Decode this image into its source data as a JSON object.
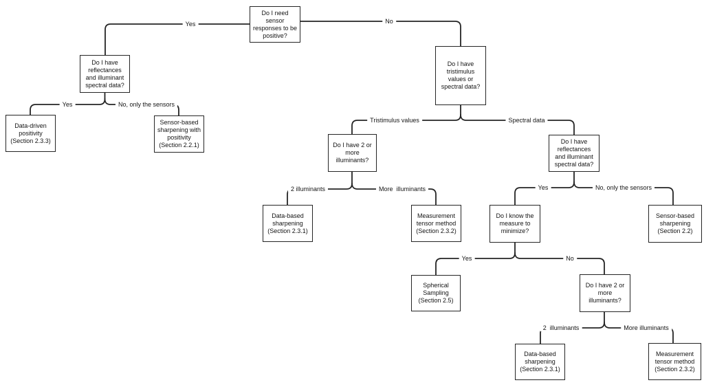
{
  "diagram": {
    "background_color": "#ffffff",
    "line_color": "#242424",
    "nodes": [
      {
        "id": "root",
        "label": "Do I need\nsensor\nresponses to be\npositive?"
      },
      {
        "id": "reflectances-left",
        "label": "Do I have\nreflectances\nand illuminant\nspectral data?"
      },
      {
        "id": "data-driven-positivity",
        "label": "Data-driven\npositivity\n(Section 2.3.3)"
      },
      {
        "id": "sensor-sharpening-positivity",
        "label": "Sensor-based\nsharpening with\npositivity\n(Section 2.2.1)"
      },
      {
        "id": "tristimulus-or-spectral",
        "label": "Do I have\ntristimulus\nvalues or\nspectral data?"
      },
      {
        "id": "illuminants-question-1",
        "label": "Do I have 2 or\nmore\nilluminants?"
      },
      {
        "id": "data-based-sharpening-1",
        "label": "Data-based\nsharpening\n(Section 2.3.1)"
      },
      {
        "id": "measurement-tensor-1",
        "label": "Measurement\ntensor method\n(Section 2.3.2)"
      },
      {
        "id": "reflectances-right",
        "label": "Do I have\nreflectances\nand illuminant\nspectral data?"
      },
      {
        "id": "measure-to-minimize",
        "label": "Do I know the\nmeasure to\nminimize?"
      },
      {
        "id": "sensor-based-sharpening",
        "label": "Sensor-based\nsharpening\n(Section 2.2)"
      },
      {
        "id": "spherical-sampling",
        "label": "Spherical\nSampling\n(Section 2.5)"
      },
      {
        "id": "illuminants-question-2",
        "label": "Do I have 2 or\nmore\nilluminants?"
      },
      {
        "id": "data-based-sharpening-2",
        "label": "Data-based\nsharpening\n(Section 2.3.1)"
      },
      {
        "id": "measurement-tensor-2",
        "label": "Measurement\ntensor method\n(Section 2.3.2)"
      }
    ],
    "edge_labels": [
      {
        "id": "yes-top",
        "text": "Yes"
      },
      {
        "id": "no-top",
        "text": "No"
      },
      {
        "id": "yes-left",
        "text": "Yes"
      },
      {
        "id": "no-only-sensors-left",
        "text": "No, only the sensors"
      },
      {
        "id": "tristimulus-values",
        "text": "Tristimulus values"
      },
      {
        "id": "spectral-data",
        "text": "Spectral data"
      },
      {
        "id": "two-illuminants-1",
        "text": "2 illuminants"
      },
      {
        "id": "more-illuminants-1",
        "text": "More  illuminants"
      },
      {
        "id": "yes-right",
        "text": "Yes"
      },
      {
        "id": "no-only-sensors-right",
        "text": "No, only the sensors"
      },
      {
        "id": "yes-measure",
        "text": "Yes"
      },
      {
        "id": "no-measure",
        "text": "No"
      },
      {
        "id": "two-illuminants-2",
        "text": "2  illuminants"
      },
      {
        "id": "more-illuminants-2",
        "text": "More illuminants"
      }
    ]
  }
}
